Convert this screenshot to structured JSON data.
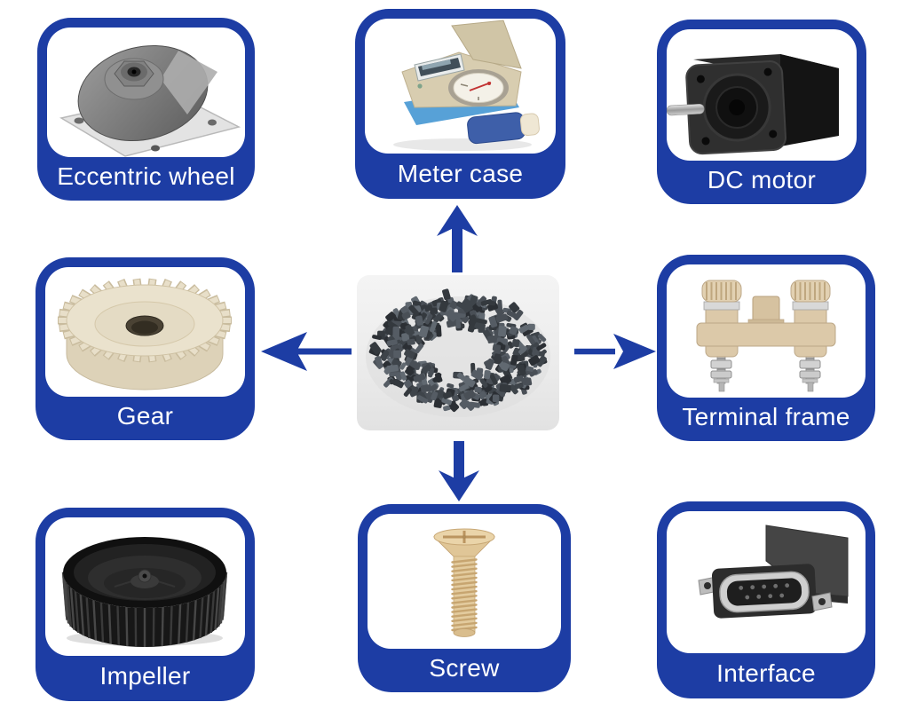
{
  "background": "#ffffff",
  "accent": "#1d3da4",
  "label_text_color": "#ffffff",
  "center": {
    "image": "plastic-pellets-image",
    "description_colors": {
      "pellet_dark": "#34393e",
      "pellet_light": "#616971",
      "tray_gray": "#ececec"
    }
  },
  "nodes": [
    {
      "id": "eccentric-wheel",
      "label": "Eccentric wheel",
      "image": "eccentric-wheel-photo"
    },
    {
      "id": "meter-case",
      "label": "Meter case",
      "image": "meter-case-photo"
    },
    {
      "id": "dc-motor",
      "label": "DC motor",
      "image": "dc-motor-photo"
    },
    {
      "id": "gear",
      "label": "Gear",
      "image": "gear-photo"
    },
    {
      "id": "terminal-frame",
      "label": "Terminal frame",
      "image": "terminal-frame-photo"
    },
    {
      "id": "impeller",
      "label": "Impeller",
      "image": "impeller-photo"
    },
    {
      "id": "screw",
      "label": "Screw",
      "image": "screw-photo"
    },
    {
      "id": "interface",
      "label": "Interface",
      "image": "interface-photo"
    }
  ],
  "arrows": {
    "up": "up-arrow-icon",
    "left": "left-arrow-icon",
    "right": "right-arrow-icon",
    "down": "down-arrow-icon"
  }
}
